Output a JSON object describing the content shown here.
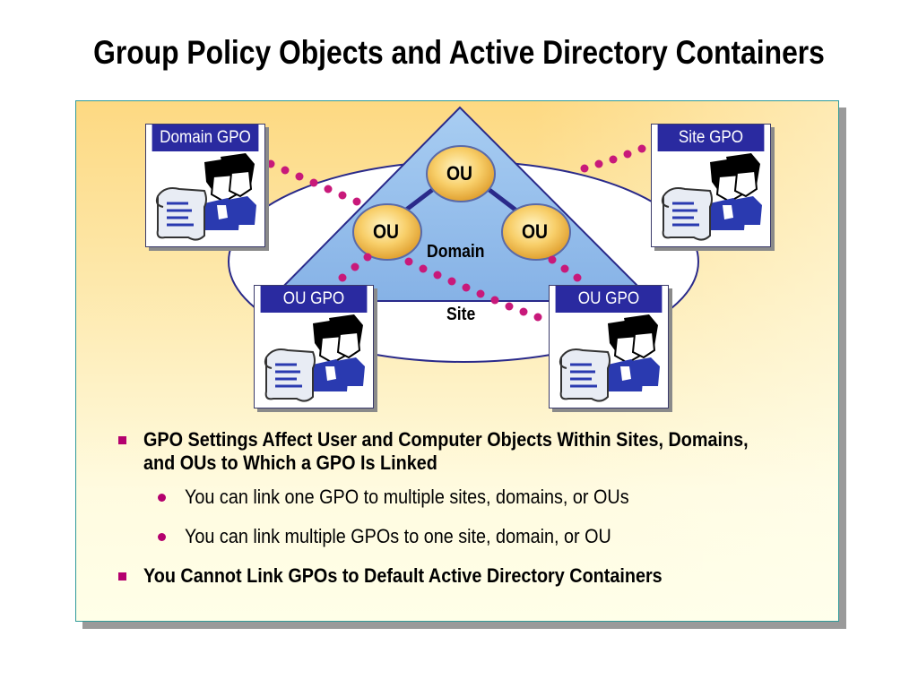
{
  "slide": {
    "title": "Group Policy Objects and Active Directory Containers"
  },
  "diagram": {
    "site_label": "Site",
    "domain_label": "Domain",
    "ou_labels": [
      "OU",
      "OU",
      "OU"
    ],
    "gpo_cards": {
      "domain_gpo": "Domain GPO",
      "site_gpo": "Site GPO",
      "ou_gpo_left": "OU GPO",
      "ou_gpo_right": "OU GPO"
    },
    "colors": {
      "gpo_header": "#2a2aa0",
      "triangle_fill": "#8fb8e8",
      "ou_fill": "#f6c860",
      "link_dots": "#c8197a",
      "bullet_marker": "#b4006e"
    },
    "icons": [
      "user-with-document-icon"
    ]
  },
  "bullets": [
    {
      "text": "GPO Settings Affect User and Computer Objects Within Sites, Domains, and OUs to Which a GPO Is Linked",
      "sub": [
        "You can link one GPO to multiple sites, domains, or OUs",
        "You can link multiple GPOs to one site, domain, or OU"
      ]
    },
    {
      "text": "You Cannot Link GPOs  to Default Active Directory Containers",
      "sub": []
    }
  ]
}
